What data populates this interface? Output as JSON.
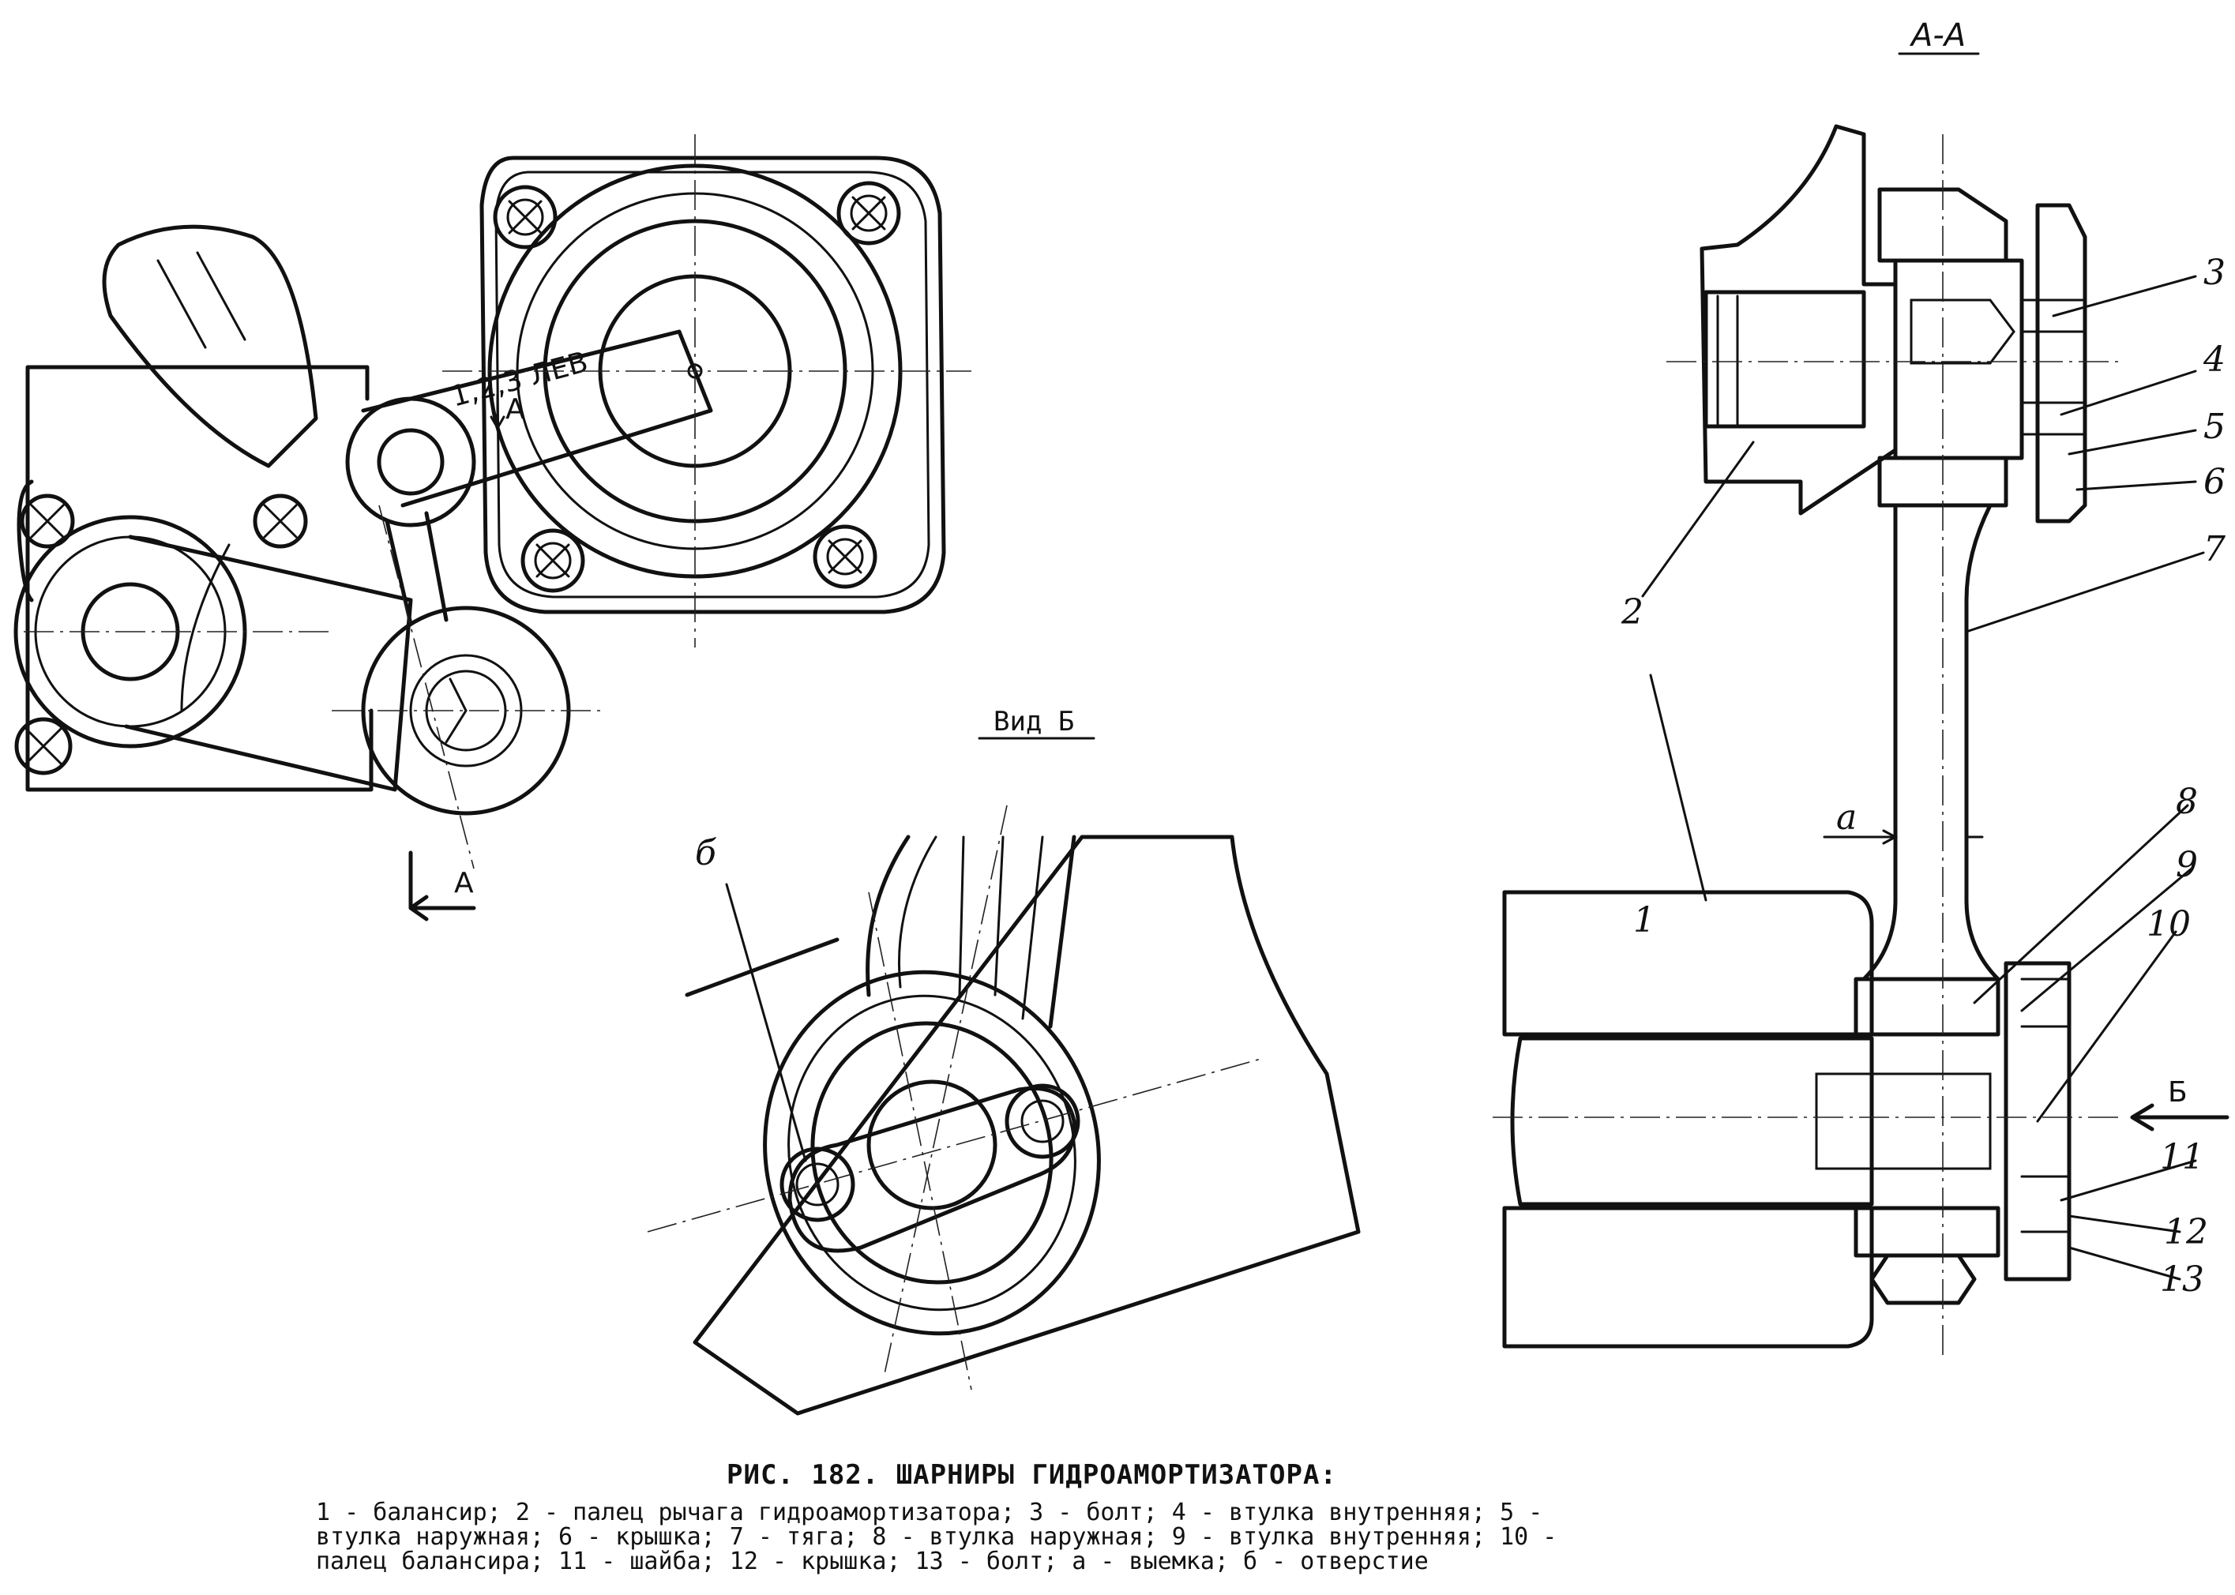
{
  "figure": {
    "section_title": "А-А",
    "view_title": "Вид Б",
    "arrow_a_label": "А",
    "arrow_b_label": "Б",
    "lever_marking_line1": "1,2,3 ЛЕВ",
    "lever_marking_line2": "А",
    "callouts": [
      "1",
      "2",
      "3",
      "4",
      "5",
      "6",
      "7",
      "8",
      "9",
      "10",
      "11",
      "12",
      "13"
    ],
    "letter_a": "а",
    "letter_b": "б"
  },
  "caption": {
    "title": "РИС. 182. ШАРНИРЫ ГИДРОАМОРТИЗАТОРА:",
    "legend_lines": [
      "1 - балансир; 2 - палец рычага гидроамортизатора; 3 - болт; 4 - втулка внутренняя; 5 -",
      "втулка наружная; 6 - крышка; 7 - тяга; 8 - втулка наружная; 9 - втулка внутренняя; 10 -",
      "палец балансира; 11 - шайба; 12 - крышка; 13 - болт; а - выемка; б - отверстие"
    ]
  }
}
